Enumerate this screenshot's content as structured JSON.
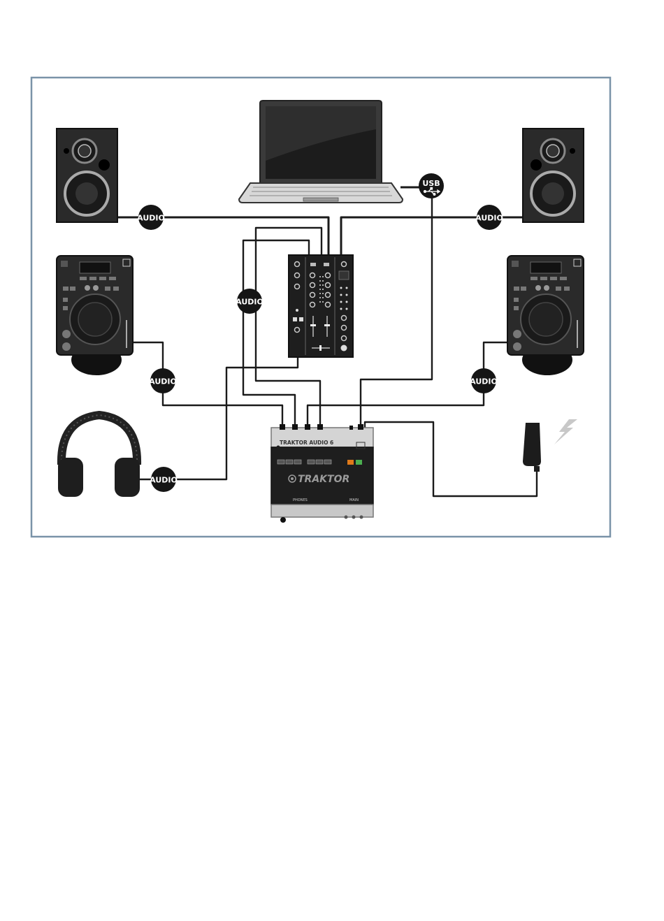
{
  "frame": {
    "border_color": "#7a93a8"
  },
  "labels": {
    "audio": "AUDIO",
    "usb": "USB",
    "interface_brand": "TRAKTOR",
    "interface_model": "TRAKTOR AUDIO 6",
    "interface_phones": "PHONES",
    "interface_main": "MAIN"
  },
  "devices": {
    "laptop": "laptop-icon",
    "speaker_left": "speaker-icon",
    "speaker_right": "speaker-icon",
    "cdj_left": "cd-turntable-icon",
    "cdj_right": "cd-turntable-icon",
    "mixer": "dj-mixer-icon",
    "headphones": "headphones-icon",
    "audio_interface": "audio-interface-icon",
    "power_adapter": "power-adapter-icon"
  },
  "colors": {
    "device": "#1c1c1c",
    "cable": "#1a1a1a",
    "badge": "#151515",
    "accent_orange": "#e07a1a",
    "accent_green": "#4caf50"
  }
}
